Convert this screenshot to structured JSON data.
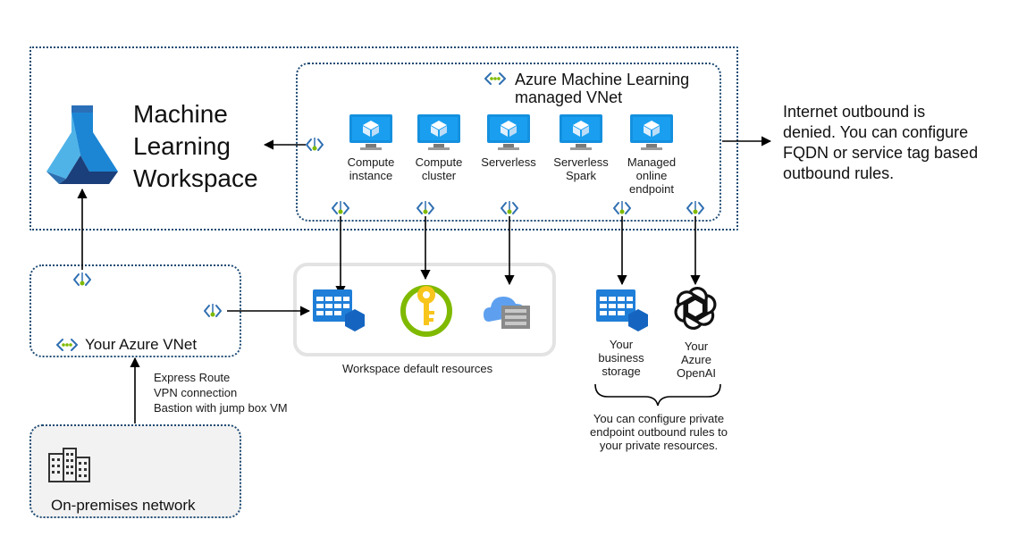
{
  "workspace": {
    "title_lines": [
      "Machine",
      "Learning",
      "Workspace"
    ]
  },
  "managed_vnet": {
    "title_lines": [
      "Azure Machine Learning",
      "managed VNet"
    ]
  },
  "compute_targets": [
    {
      "label_lines": [
        "Compute",
        "instance"
      ]
    },
    {
      "label_lines": [
        "Compute",
        "cluster"
      ]
    },
    {
      "label_lines": [
        "Serverless"
      ]
    },
    {
      "label_lines": [
        "Serverless",
        "Spark"
      ]
    },
    {
      "label_lines": [
        "Managed",
        "online",
        "endpoint"
      ]
    }
  ],
  "internet_note": {
    "lines": [
      "Internet outbound is",
      "denied. You can configure",
      "FQDN or service tag based",
      "outbound rules."
    ]
  },
  "your_vnet": {
    "label": "Your Azure VNet"
  },
  "connection_notes": {
    "lines": [
      "Express Route",
      "VPN connection",
      "Bastion with jump box VM"
    ]
  },
  "onprem": {
    "label": "On-premises network"
  },
  "default_resources": {
    "label": "Workspace default resources"
  },
  "business_storage": {
    "label_lines": [
      "Your",
      "business",
      "storage"
    ]
  },
  "azure_openai": {
    "label_lines": [
      "Your",
      "Azure",
      "OpenAI"
    ]
  },
  "private_endpoint_note": {
    "lines": [
      "You can configure private",
      "endpoint outbound rules to",
      "your private resources."
    ]
  },
  "colors": {
    "border": "#1e4a73",
    "vm_blue": "#1490df",
    "arrow": "#000000",
    "key_green": "#7fba00",
    "onprem_bg": "#f2f2f2"
  }
}
